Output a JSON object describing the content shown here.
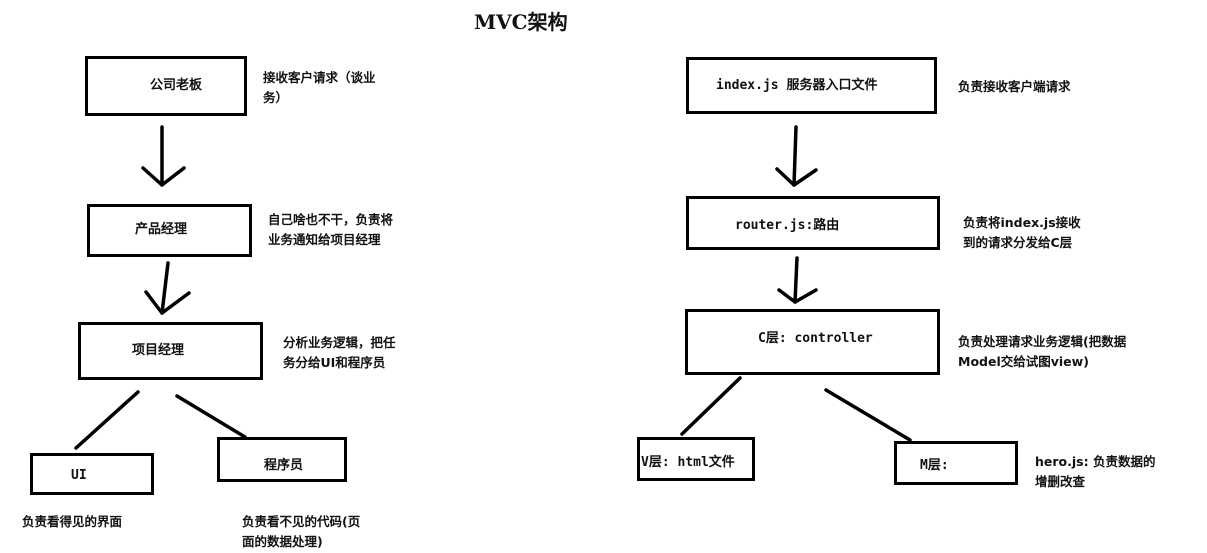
{
  "title": "MVC架构",
  "left": {
    "boss": {
      "label": "公司老板",
      "note": [
        "接收客户请求（谈业",
        "务）"
      ]
    },
    "pm": {
      "label": "产品经理",
      "note": [
        "自己啥也不干，负责将",
        "业务通知给项目经理"
      ]
    },
    "project_mgr": {
      "label": "项目经理",
      "note": [
        "分析业务逻辑，把任",
        "务分给UI和程序员"
      ]
    },
    "ui": {
      "label": "UI",
      "note": [
        "负责看得见的界面"
      ]
    },
    "programmer": {
      "label": "程序员",
      "note": [
        "负责看不见的代码(页",
        "面的数据处理)"
      ]
    }
  },
  "right": {
    "index": {
      "label": "index.js 服务器入口文件",
      "note": [
        "负责接收客户端请求"
      ]
    },
    "router": {
      "label": "router.js:路由",
      "note": [
        "负责将index.js接收",
        "到的请求分发给C层"
      ]
    },
    "controller": {
      "label": "C层: controller",
      "note": [
        "负责处理请求业务逻辑(把数据",
        "Model交给试图view)"
      ]
    },
    "view": {
      "label": "V层: html文件"
    },
    "model": {
      "label": "M层:",
      "note": [
        "hero.js: 负责数据的",
        "增删改查"
      ]
    }
  }
}
